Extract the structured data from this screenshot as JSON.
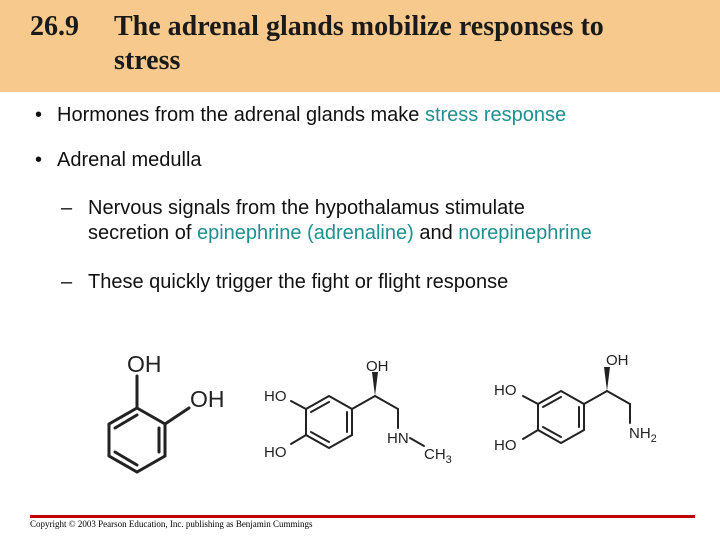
{
  "title": {
    "number": "26.9",
    "line1": "The adrenal glands mobilize responses to",
    "line2": "stress"
  },
  "bullets": [
    {
      "mark": "•",
      "prefix": "Hormones from the adrenal glands make ",
      "highlight": "stress response"
    },
    {
      "mark": "•",
      "text": "Adrenal medulla"
    }
  ],
  "subpoints": [
    {
      "dash": "–",
      "line1": "Nervous signals from the hypothalamus stimulate",
      "line2_prefix": "secretion of ",
      "hl1": "epinephrine (adrenaline)",
      "mid": " and ",
      "hl2": "norepinephrine"
    },
    {
      "dash": "–",
      "text": "These quickly trigger the fight or flight response"
    }
  ],
  "molecules": {
    "catechol": {
      "oh_top": "OH",
      "oh_side": "OH"
    },
    "epinephrine": {
      "oh": "OH",
      "ho_top": "HO",
      "ho_bottom": "HO",
      "n": "N",
      "h": "H",
      "ch": "CH",
      "sub3": "3"
    },
    "norepinephrine": {
      "oh": "OH",
      "ho_top": "HO",
      "ho_bottom": "HO",
      "nh": "NH",
      "sub2": "2"
    }
  },
  "footer": {
    "copyright": "Copyright © 2003 Pearson Education, Inc. publishing as Benjamin Cummings"
  },
  "colors": {
    "title_band": "#f8c98c",
    "highlight": "#1f8f8f",
    "rule": "#c00000"
  }
}
